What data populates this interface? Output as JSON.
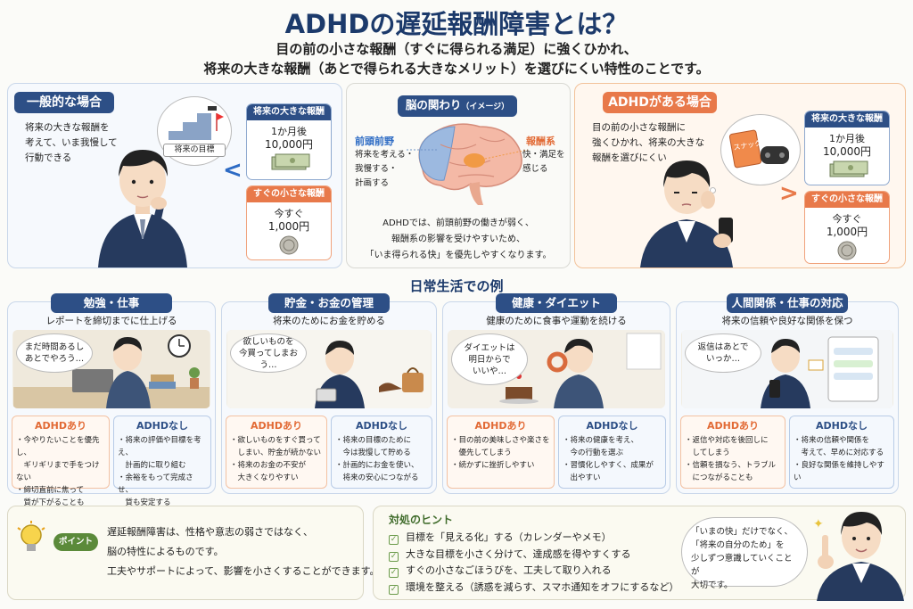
{
  "title": "ADHDの遅延報酬障害とは？",
  "subtitle": {
    "line1": "目の前の小さな報酬（すぐに得られる満足）に強くひかれ、",
    "line2": "将来の大きな報酬（あとで得られる大きなメリット）を選びにくい特性のことです。"
  },
  "general": {
    "tag": "一般的な場合",
    "text": [
      "将来の大きな報酬を",
      "考えて、いま我慢して",
      "行動できる"
    ],
    "thought": "将来の目標",
    "big_reward": {
      "label": "将来の大きな報酬",
      "line1": "1か月後",
      "line2": "10,000円"
    },
    "small_reward": {
      "label": "すぐの小さな報酬",
      "line1": "今すぐ",
      "line2": "1,000円"
    },
    "arrow": "<"
  },
  "brain": {
    "tag": "脳の関わり",
    "tag_note": "（イメージ）",
    "prefrontal": {
      "name": "前頭前野",
      "desc": [
        "将来を考える・",
        "我慢する・",
        "計画する"
      ]
    },
    "reward_system": {
      "name": "報酬系",
      "desc": [
        "快・満足を",
        "感じる"
      ]
    },
    "note": [
      "ADHDでは、前頭前野の働きが弱く、",
      "報酬系の影響を受けやすいため、",
      "「いま得られる快」を優先しやすくなります。"
    ]
  },
  "adhd": {
    "tag": "ADHDがある場合",
    "text": [
      "目の前の小さな報酬に",
      "強くひかれ、将来の大きな",
      "報酬を選びにくい"
    ],
    "snack_label": "スナック",
    "big_reward": {
      "label": "将来の大きな報酬",
      "line1": "1か月後",
      "line2": "10,000円"
    },
    "small_reward": {
      "label": "すぐの小さな報酬",
      "line1": "今すぐ",
      "line2": "1,000円"
    },
    "arrow": ">"
  },
  "daily_title": "日常生活での例",
  "examples": [
    {
      "head": "勉強・仕事",
      "sub": "レポートを締切までに仕上げる",
      "bubble": [
        "まだ時間あるし",
        "あとでやろう…"
      ],
      "yes_label": "ADHDあり",
      "yes": [
        "・今やりたいことを優先し、",
        "　ギリギリまで手をつけない",
        "・締切直前に焦って",
        "　質が下がることも"
      ],
      "no_label": "ADHDなし",
      "no": [
        "・将来の評価や目標を考え、",
        "　計画的に取り組む",
        "・余裕をもって完成させ、",
        "　質も安定する"
      ]
    },
    {
      "head": "貯金・お金の管理",
      "sub": "将来のためにお金を貯める",
      "bubble": [
        "欲しいものを",
        "今買ってしまおう…"
      ],
      "yes_label": "ADHDあり",
      "yes": [
        "・欲しいものをすぐ買って",
        "　しまい、貯金が続かない",
        "・将来のお金の不安が",
        "　大きくなりやすい"
      ],
      "no_label": "ADHDなし",
      "no": [
        "・将来の目標のために",
        "　今は我慢して貯める",
        "・計画的にお金を使い、",
        "　将来の安心につながる"
      ]
    },
    {
      "head": "健康・ダイエット",
      "sub": "健康のために食事や運動を続ける",
      "bubble": [
        "ダイエットは",
        "明日からで",
        "いいや…"
      ],
      "yes_label": "ADHDあり",
      "yes": [
        "・目の前の美味しさや楽さを",
        "　優先してしまう",
        "・続かずに挫折しやすい"
      ],
      "no_label": "ADHDなし",
      "no": [
        "・将来の健康を考え、",
        "　今の行動を選ぶ",
        "・習慣化しやすく、成果が",
        "　出やすい"
      ]
    },
    {
      "head": "人間関係・仕事の対応",
      "sub": "将来の信頼や良好な関係を保つ",
      "bubble": [
        "返信はあとで",
        "いっか…"
      ],
      "yes_label": "ADHDあり",
      "yes": [
        "・返信や対応を後回しに",
        "　してしまう",
        "・信頼を損なう、トラブル",
        "　につながることも"
      ],
      "no_label": "ADHDなし",
      "no": [
        "・将来の信頼や関係を",
        "　考えて、早めに対応する",
        "・良好な関係を維持しやすい"
      ]
    }
  ],
  "point": {
    "tag": "ポイント",
    "text": [
      "遅延報酬障害は、性格や意志の弱さではなく、",
      "脳の特性によるものです。",
      "工夫やサポートによって、影響を小さくすることができます。"
    ]
  },
  "hints": {
    "title": "対処のヒント",
    "items": [
      "目標を「見える化」する（カレンダーやメモ）",
      "大きな目標を小さく分けて、達成感を得やすくする",
      "すぐの小さなごほうびを、工夫して取り入れる",
      "環境を整える（誘惑を減らす、スマホ通知をオフにするなど）"
    ],
    "bubble": [
      "「いまの快」だけでなく、",
      "「将来の自分のため」を",
      "少しずつ意識していくことが",
      "大切です。"
    ]
  },
  "colors": {
    "navy": "#2d4f86",
    "orange": "#e8794a",
    "green": "#6a9a4a"
  }
}
